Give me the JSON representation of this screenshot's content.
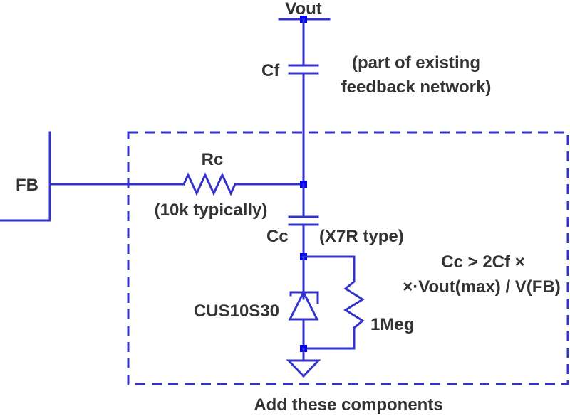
{
  "diagram": {
    "type": "circuit-schematic",
    "colors": {
      "wire": "#3333cc",
      "node": "#0000ff",
      "text": "#333333"
    },
    "nets": {
      "vout": "Vout",
      "fb": "FB"
    },
    "components": {
      "cf": {
        "ref": "Cf",
        "type": "capacitor",
        "note_line1": "(part of existing",
        "note_line2": "feedback network)"
      },
      "rc": {
        "ref": "Rc",
        "type": "resistor",
        "note": "(10k typically)"
      },
      "cc": {
        "ref": "Cc",
        "type": "capacitor",
        "note": "(X7R type)"
      },
      "diode": {
        "ref": "CUS10S30",
        "type": "schottky-diode"
      },
      "rbleed": {
        "ref": "1Meg",
        "type": "resistor"
      },
      "gnd": {
        "type": "ground"
      }
    },
    "formula": {
      "line1": "Cc > 2Cf ×",
      "line2": "×·Vout(max) / V(FB)"
    },
    "box_caption": "Add these components"
  }
}
